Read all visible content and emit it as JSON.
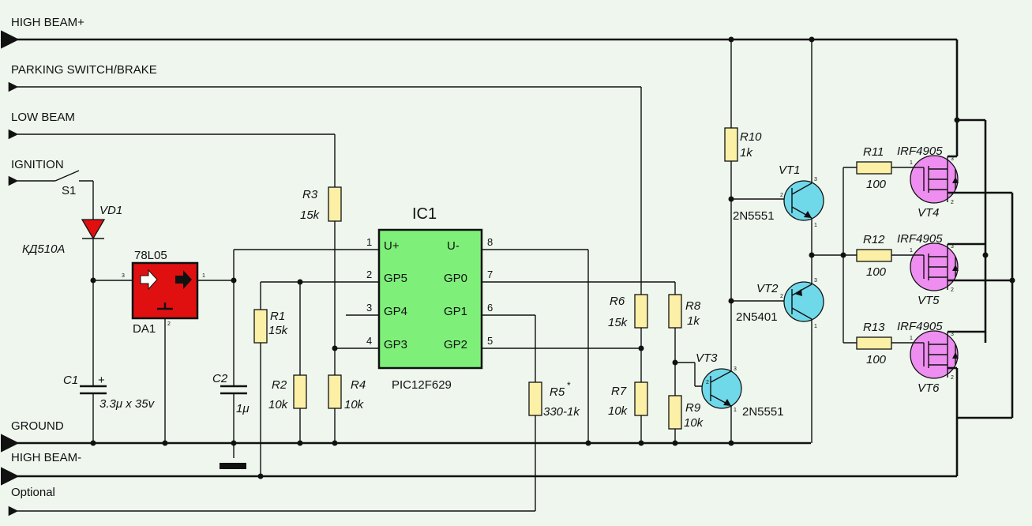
{
  "rails": {
    "high_beam_plus": "HIGH BEAM+",
    "parking": "PARKING SWITCH/BRAKE",
    "low_beam": "LOW BEAM",
    "ignition": "IGNITION",
    "ground": "GROUND",
    "high_beam_minus": "HIGH BEAM-",
    "optional": "Optional"
  },
  "switch": {
    "ref": "S1"
  },
  "diode": {
    "ref": "VD1",
    "part": "КД510А"
  },
  "regulator": {
    "part": "78L05",
    "ref": "DA1",
    "pin_in": "3",
    "pin_out": "1",
    "pin_gnd": "2"
  },
  "capacitors": {
    "c1": {
      "ref": "C1",
      "value": "3.3μ x 35v",
      "polarity": "+"
    },
    "c2": {
      "ref": "C2",
      "value": "1μ"
    }
  },
  "ic": {
    "ref": "IC1",
    "part": "PIC12F629",
    "pins": [
      {
        "num": "1",
        "name": "U+"
      },
      {
        "num": "2",
        "name": "GP5"
      },
      {
        "num": "3",
        "name": "GP4"
      },
      {
        "num": "4",
        "name": "GP3"
      },
      {
        "num": "8",
        "name": "U-"
      },
      {
        "num": "7",
        "name": "GP0"
      },
      {
        "num": "6",
        "name": "GP1"
      },
      {
        "num": "5",
        "name": "GP2"
      }
    ]
  },
  "resistors": {
    "r1": {
      "ref": "R1",
      "value": "15k"
    },
    "r2": {
      "ref": "R2",
      "value": "10k"
    },
    "r3": {
      "ref": "R3",
      "value": "15k"
    },
    "r4": {
      "ref": "R4",
      "value": "10k"
    },
    "r5": {
      "ref": "R5",
      "mark": "*",
      "value": "330-1k"
    },
    "r6": {
      "ref": "R6",
      "value": "15k"
    },
    "r7": {
      "ref": "R7",
      "value": "10k"
    },
    "r8": {
      "ref": "R8",
      "value": "1k"
    },
    "r9": {
      "ref": "R9",
      "value": "10k"
    },
    "r10": {
      "ref": "R10",
      "value": "1k"
    },
    "r11": {
      "ref": "R11",
      "value": "100"
    },
    "r12": {
      "ref": "R12",
      "value": "100"
    },
    "r13": {
      "ref": "R13",
      "value": "100"
    }
  },
  "transistors": {
    "vt1": {
      "ref": "VT1",
      "part": "2N5551",
      "pins": [
        "2",
        "3",
        "1"
      ]
    },
    "vt2": {
      "ref": "VT2",
      "part": "2N5401",
      "pins": [
        "2",
        "3",
        "1"
      ]
    },
    "vt3": {
      "ref": "VT3",
      "part": "2N5551",
      "pins": [
        "2",
        "3",
        "1"
      ]
    }
  },
  "mosfets": {
    "vt4": {
      "ref": "VT4",
      "part": "IRF4905",
      "pins": [
        "1",
        "3",
        "2"
      ]
    },
    "vt5": {
      "ref": "VT5",
      "part": "IRF4905",
      "pins": [
        "1",
        "3",
        "2"
      ]
    },
    "vt6": {
      "ref": "VT6",
      "part": "IRF4905",
      "pins": [
        "1",
        "3",
        "2"
      ]
    }
  }
}
